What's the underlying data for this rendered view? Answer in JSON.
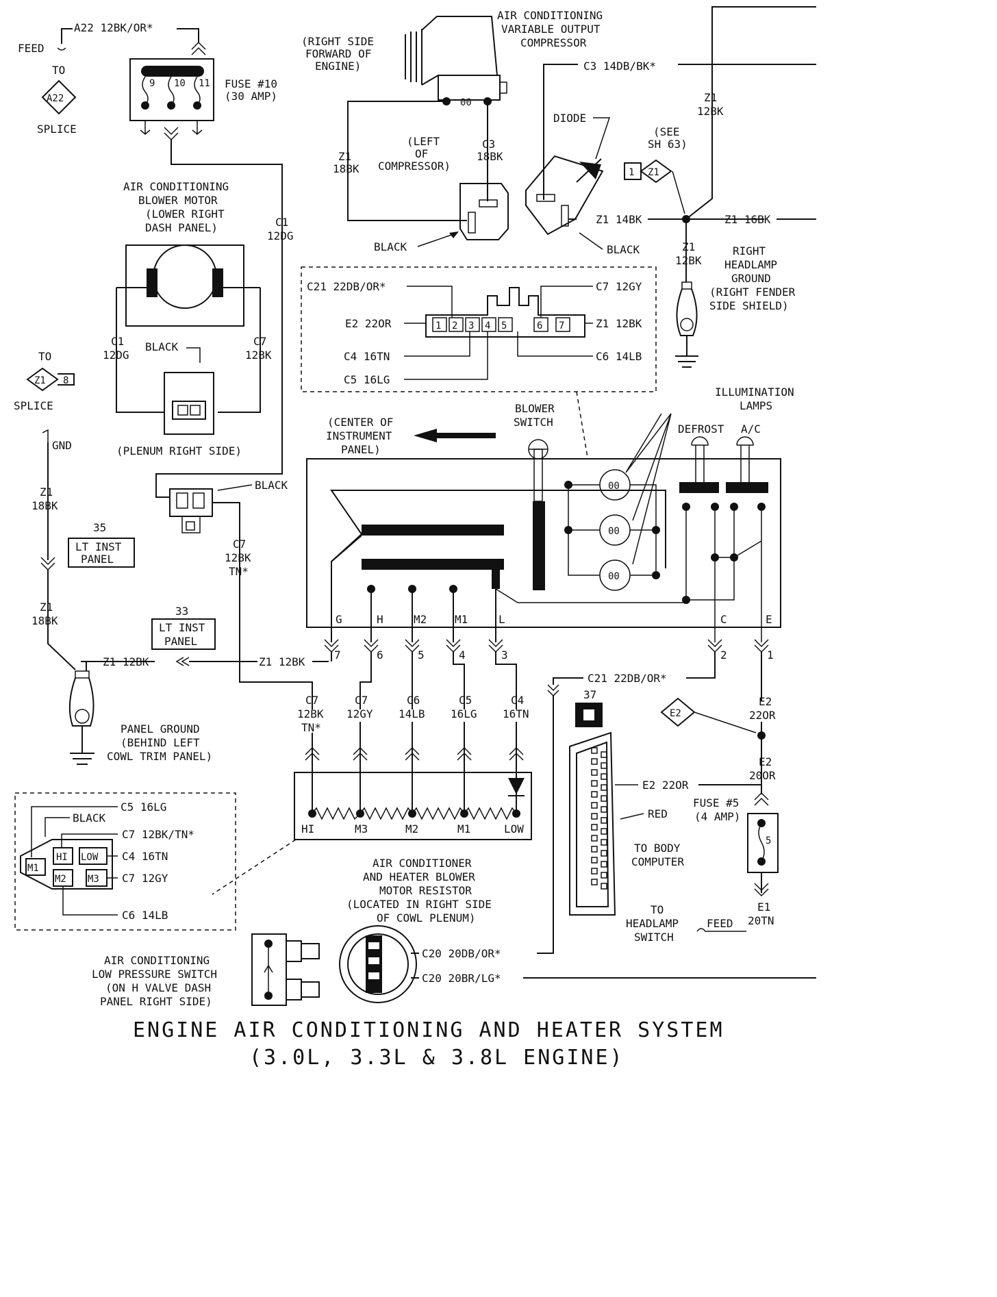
{
  "title": {
    "line1": "ENGINE AIR CONDITIONING AND HEATER SYSTEM",
    "line2": "(3.0L, 3.3L & 3.8L ENGINE)"
  },
  "labels": {
    "a22_wire": "A22 12BK/OR*",
    "feed": "FEED",
    "to": "TO",
    "a22": "A22",
    "splice": "SPLICE",
    "fuse10_a": "FUSE #10",
    "fuse10_b": "(30 AMP)",
    "f9": "9",
    "f10": "10",
    "f11": "11",
    "comp_loc_1": "(RIGHT SIDE",
    "comp_loc_2": "FORWARD OF",
    "comp_loc_3": "ENGINE)",
    "comp_1": "AIR CONDITIONING",
    "comp_2": "VARIABLE OUTPUT",
    "comp_3": "COMPRESSOR",
    "c3_top": "C3 14DB/BK*",
    "z1_12bk_a": "Z1",
    "z1_12bk_b": "12BK",
    "diode": "DIODE",
    "see_1": "(SEE",
    "see_2": "SH 63)",
    "conn_1": "1",
    "conn_z1": "Z1",
    "z1_14bk": "Z1 14BK",
    "z1_16bk": "Z1 16BK",
    "z1_18bk_a": "Z1",
    "z1_18bk_b": "18BK",
    "left_1": "(LEFT",
    "left_2": "OF",
    "left_3": "COMPRESSOR)",
    "c3_18bk_a": "C3",
    "c3_18bk_b": "18BK",
    "black": "BLACK",
    "z1_12bk_g_a": "Z1",
    "z1_12bk_g_b": "12BK",
    "rhg_1": "RIGHT",
    "rhg_2": "HEADLAMP",
    "rhg_3": "GROUND",
    "rhg_4": "(RIGHT FENDER",
    "rhg_5": "SIDE SHIELD)",
    "blower_1": "AIR CONDITIONING",
    "blower_2": "BLOWER MOTOR",
    "blower_3": "(LOWER RIGHT",
    "blower_4": "DASH PANEL)",
    "c1_12dg_a": "C1",
    "c1_12dg_b": "12DG",
    "c7_12bk_a": "C7",
    "c7_12bk_b": "12BK",
    "plenum": "(PLENUM RIGHT SIDE)",
    "c21_top": "C21 22DB/OR*",
    "c7_12gy_top": "C7 12GY",
    "e2_22or": "E2 22OR",
    "z1_12bk_conn": "Z1 12BK",
    "c4_16tn": "C4 16TN",
    "c6_14lb": "C6 14LB",
    "c5_16lg": "C5 16LG",
    "pin1": "1",
    "pin2": "2",
    "pin3": "3",
    "pin4": "4",
    "pin5": "5",
    "pin6": "6",
    "pin7": "7",
    "to_z1": "TO",
    "z1_splice_z1": "Z1",
    "z1_splice_8": "8",
    "splice2": "SPLICE",
    "gnd": "GND",
    "z1_18bk2_a": "Z1",
    "z1_18bk2_b": "18BK",
    "ref35": "35",
    "lt_inst_1": "LT INST",
    "lt_inst_2": "PANEL",
    "z1_18bk3_a": "Z1",
    "z1_18bk3_b": "18BK",
    "ref33": "33",
    "center_1": "(CENTER OF",
    "center_2": "INSTRUMENT",
    "center_3": "PANEL)",
    "blower_sw_1": "BLOWER",
    "blower_sw_2": "SWITCH",
    "illum_1": "ILLUMINATION",
    "illum_2": "LAMPS",
    "defrost": "DEFROST",
    "ac": "A/C",
    "lamp": "00",
    "t_g": "G",
    "t_h": "H",
    "t_m2": "M2",
    "t_m1": "M1",
    "t_l": "L",
    "t_c": "C",
    "t_e": "E",
    "z1_12bk_left": "Z1 12BK",
    "z1_12bk_mid": "Z1 12BK",
    "c7_12bktn_a": "C7",
    "c7_12bktn_b": "12BK",
    "c7_12bktn_c": "TN*",
    "c21_mid": "C21 22DB/OR*",
    "panel_gnd_1": "PANEL GROUND",
    "panel_gnd_2": "(BEHIND LEFT",
    "panel_gnd_3": "COWL TRIM PANEL)",
    "r_c7tn_a": "C7",
    "r_c7tn_b": "12BK",
    "r_c7tn_c": "TN*",
    "r_c7gy_a": "C7",
    "r_c7gy_b": "12GY",
    "r_c6_a": "C6",
    "r_c6_b": "14LB",
    "r_c5_a": "C5",
    "r_c5_b": "16LG",
    "r_c4_a": "C4",
    "r_c4_b": "16TN",
    "hi": "HI",
    "m3": "M3",
    "m2": "M2",
    "m1": "M1",
    "low": "LOW",
    "ref37": "37",
    "e2_diamond": "E2",
    "e2_22or_r_a": "E2",
    "e2_22or_r_b": "22OR",
    "e2_20or_a": "E2",
    "e2_20or_b": "20OR",
    "e2_22or_bc": "E2 22OR",
    "red": "RED",
    "fuse5_a": "FUSE #5",
    "fuse5_b": "(4 AMP)",
    "fuse5_n": "5",
    "body_1": "TO BODY",
    "body_2": "COMPUTER",
    "hl_1": "TO",
    "hl_2": "HEADLAMP",
    "hl_3": "SWITCH",
    "feed2": "FEED",
    "e1_a": "E1",
    "e1_b": "20TN",
    "sw_c5": "C5 16LG",
    "sw_black": "BLACK",
    "sw_c7tn": "C7 12BK/TN*",
    "sw_c4": "C4 16TN",
    "sw_c7gy": "C7 12GY",
    "sw_c6": "C6 14LB",
    "sw_m1": "M1",
    "sw_hi": "HI",
    "sw_low": "LOW",
    "sw_m2": "M2",
    "sw_m3": "M3",
    "res_1": "AIR CONDITIONER",
    "res_2": "AND HEATER BLOWER",
    "res_3": "MOTOR RESISTOR",
    "res_4": "(LOCATED IN RIGHT SIDE",
    "res_5": "OF COWL PLENUM)",
    "lps_1": "AIR CONDITIONING",
    "lps_2": "LOW PRESSURE SWITCH",
    "lps_3": "(ON H VALVE DASH",
    "lps_4": "PANEL RIGHT SIDE)",
    "c20_a": "C20 20DB/OR*",
    "c20_b": "C20 20BR/LG*"
  }
}
